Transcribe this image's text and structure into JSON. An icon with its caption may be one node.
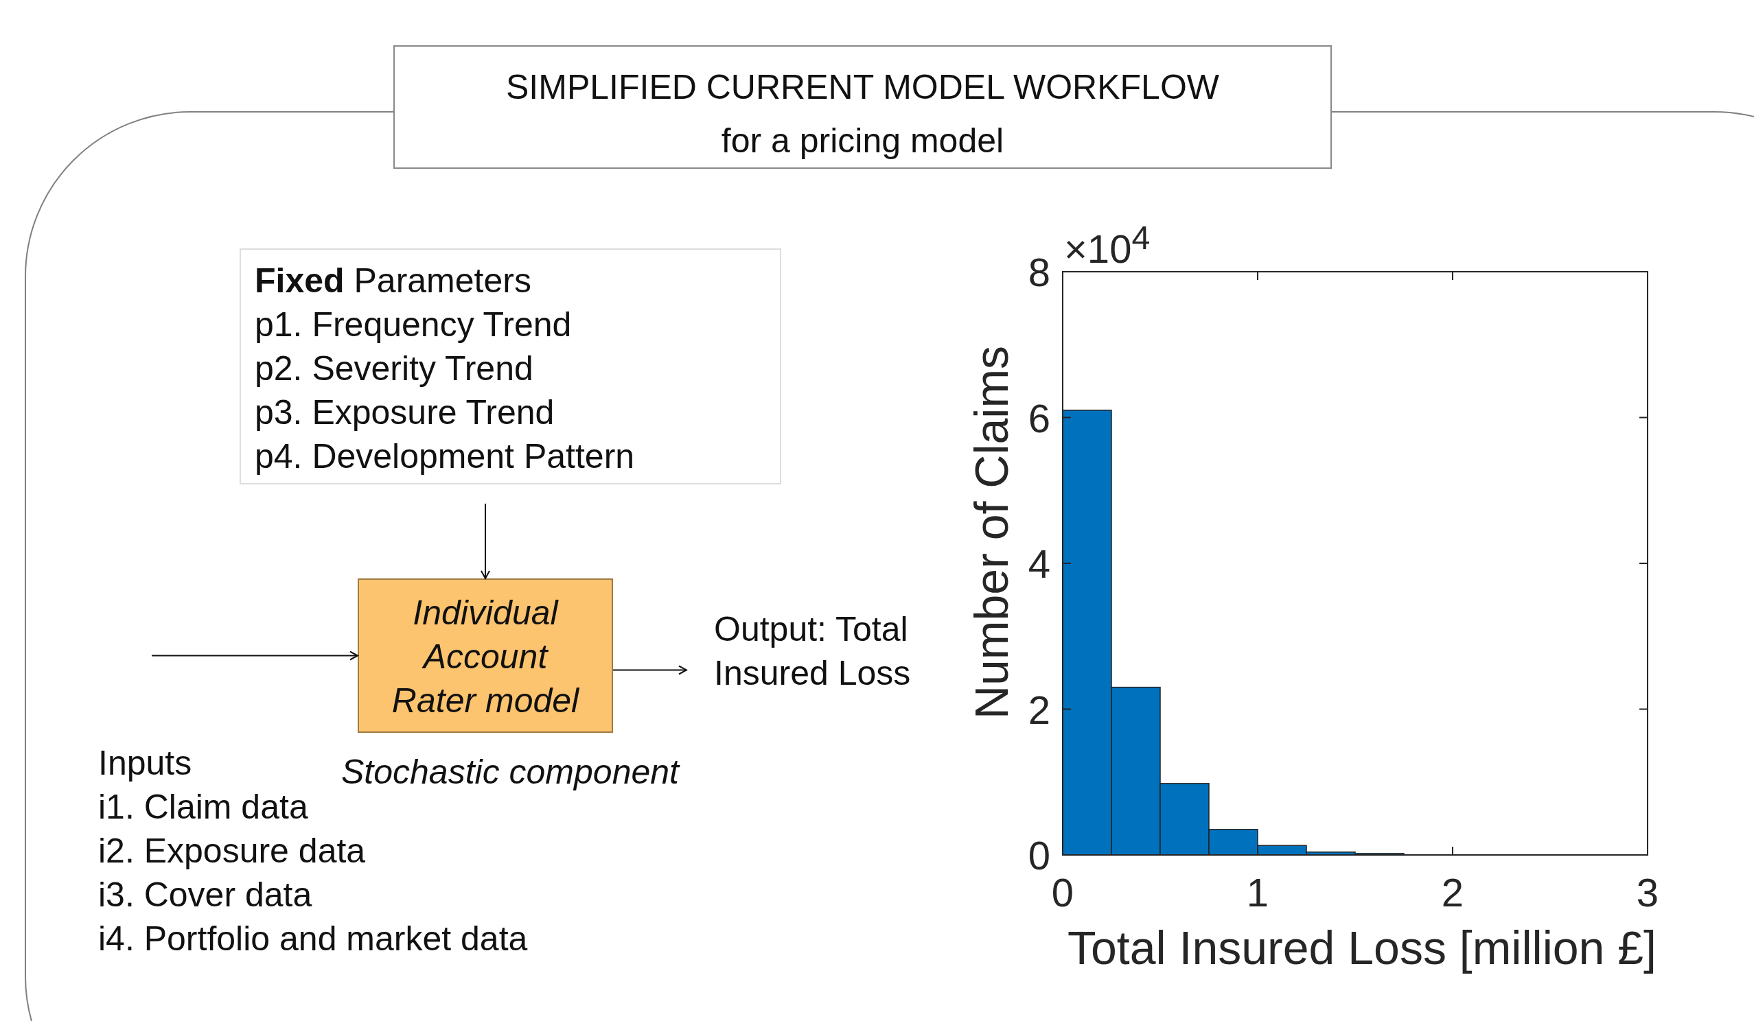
{
  "diagram": {
    "nodes": [
      {
        "text": [
          "SIMPLIFIED CURRENT MODEL WORKFLOW",
          "for a pricing model"
        ]
      },
      {
        "text": [
          "**Fixed** Parameters",
          "p1. Frequency Trend",
          "p2. Severity Trend",
          "p3. Exposure Trend",
          "p4. Development Pattern"
        ]
      },
      {
        "text": [
          "Individual Account Rater model"
        ]
      },
      {
        "text": [
          "Output: Total Insured Loss"
        ]
      },
      {
        "text": [
          "Inputs",
          "i1. Claim data",
          "i2. Exposure data",
          "i3. Cover data",
          "i4. Portfolio and market data"
        ]
      }
    ],
    "edges": [
      {
        "from": 1,
        "to": 2,
        "arrow": "to"
      },
      {
        "from": null,
        "to": 2,
        "arrow": "to"
      },
      {
        "from": 2,
        "to": 3,
        "arrow": "to"
      }
    ],
    "chart_data": {
      "type": "bar",
      "xlabel": "Total Insured Loss [million £]",
      "ylabel": "Number of Claims",
      "x": [
        0.125,
        0.375,
        0.625,
        0.875,
        1.125,
        1.375,
        1.625,
        1.875,
        2.125,
        2.375,
        2.625,
        2.875
      ],
      "values": [
        6.1,
        2.3,
        0.98,
        0.35,
        0.13,
        0.04,
        0.02,
        0,
        0,
        0,
        0,
        0
      ],
      "color": "#0072bd",
      "xlim": [
        0,
        3
      ],
      "ylim": [
        0,
        8
      ],
      "xticks": [
        0,
        1,
        2,
        3
      ],
      "yticks": [
        0,
        2,
        4,
        6,
        8
      ],
      "annotations": [
        "×10$^{4}$"
      ]
    },
    "labels": [
      "Stochastic component"
    ]
  }
}
